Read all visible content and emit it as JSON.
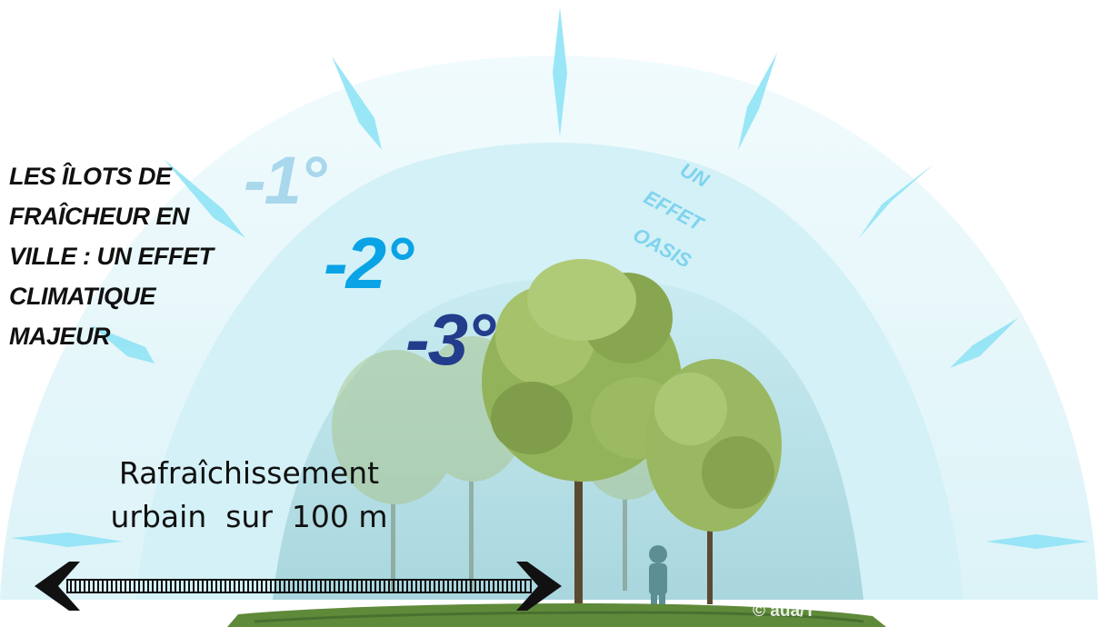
{
  "title": {
    "lines": [
      "LES ÎLOTS DE",
      "FRAÎCHEUR EN",
      "VILLE : UN EFFET",
      "CLIMATIQUE",
      "MAJEUR"
    ]
  },
  "temperatures": [
    "-1°",
    "-2°",
    "-3°"
  ],
  "oasis": [
    "UN",
    "EFFET",
    "OASIS"
  ],
  "caption": {
    "line1": "Rafraîchissement",
    "line2": "urbain  sur  100 m"
  },
  "credit": "© aua/T",
  "icons": [
    "double-arrow-icon",
    "person-icon",
    "tree-icon",
    "cooling-ray-icon"
  ],
  "colors": {
    "outer_zone": "#e6f8fc",
    "middle_zone": "#d2f1f7",
    "inner_zone": "#b8e2ea",
    "ray": "#8fe3f5",
    "temp_1": "#a9d7ec",
    "temp_2": "#0aa3e6",
    "temp_3": "#233c8c",
    "oasis_text": "#7fd3ef",
    "foliage": "#8fae55",
    "ground": "#5f8a3a",
    "arrow": "#111111"
  }
}
